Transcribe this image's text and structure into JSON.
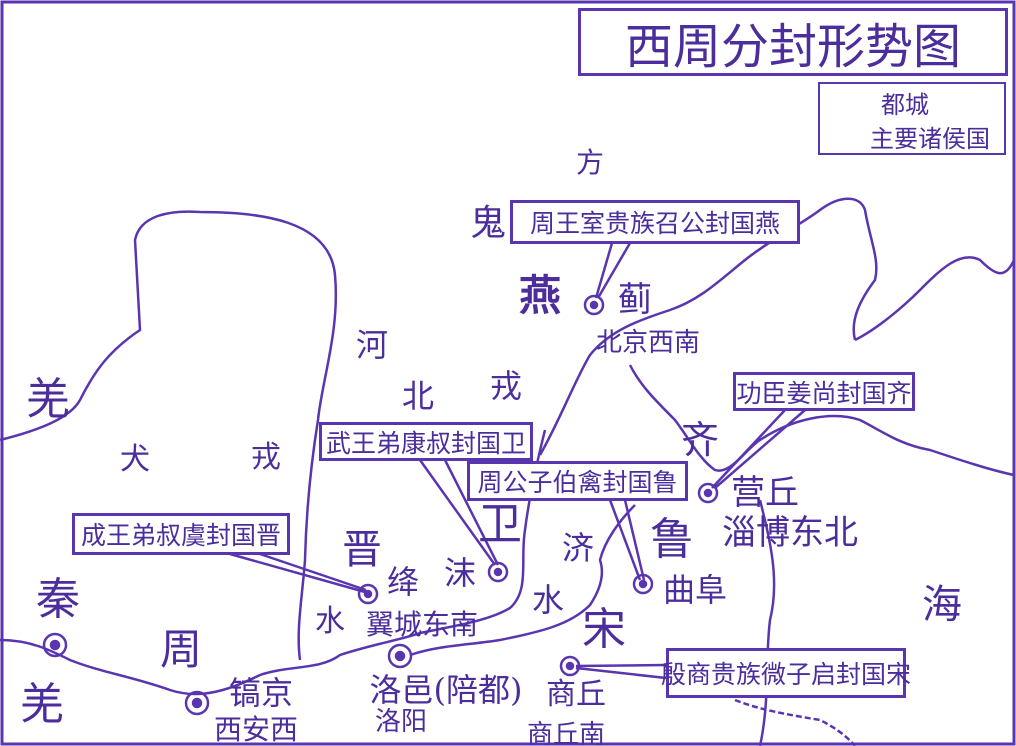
{
  "title": "西周分封形势图",
  "legend": {
    "capital": "都城",
    "state": "主要诸侯国"
  },
  "colors": {
    "ink": "#4b2d9c",
    "line": "#5a35b0"
  },
  "callouts": {
    "yan": "周王室贵族召公封国燕",
    "wei": "武王弟康叔封国卫",
    "lu": "周公子伯禽封国鲁",
    "qi": "功臣姜尚封国齐",
    "jin": "成王弟叔虞封国晋",
    "song": "殷商贵族微子启封国宋"
  },
  "regions": {
    "fang": "方",
    "gui": "鬼",
    "he": "河",
    "bei": "北",
    "rong1": "戎",
    "qiang1": "羌",
    "quan": "犬",
    "rong2": "戎",
    "qin": "秦",
    "zhou": "周",
    "qiang2": "羌",
    "hai": "海",
    "ji_river": "济",
    "shui1": "水",
    "shui2": "水"
  },
  "states": {
    "yan": "燕",
    "qi": "齐",
    "lu": "鲁",
    "wei": "卫",
    "jin": "晋",
    "song": "宋"
  },
  "cities": {
    "ji": {
      "name": "蓟",
      "modern": "北京西南"
    },
    "yingqiu": {
      "name": "营丘",
      "modern": "淄博东北"
    },
    "mei": {
      "name": "沫"
    },
    "jiang": {
      "name": "绛",
      "modern": "翼城东南"
    },
    "qufu": {
      "name": "曲阜"
    },
    "shangqiu": {
      "name": "商丘",
      "modern": "商丘南"
    },
    "haojing": {
      "name": "镐京",
      "modern": "西安西"
    },
    "luoyi": {
      "name": "洛邑(陪都)",
      "modern": "洛阳"
    }
  }
}
